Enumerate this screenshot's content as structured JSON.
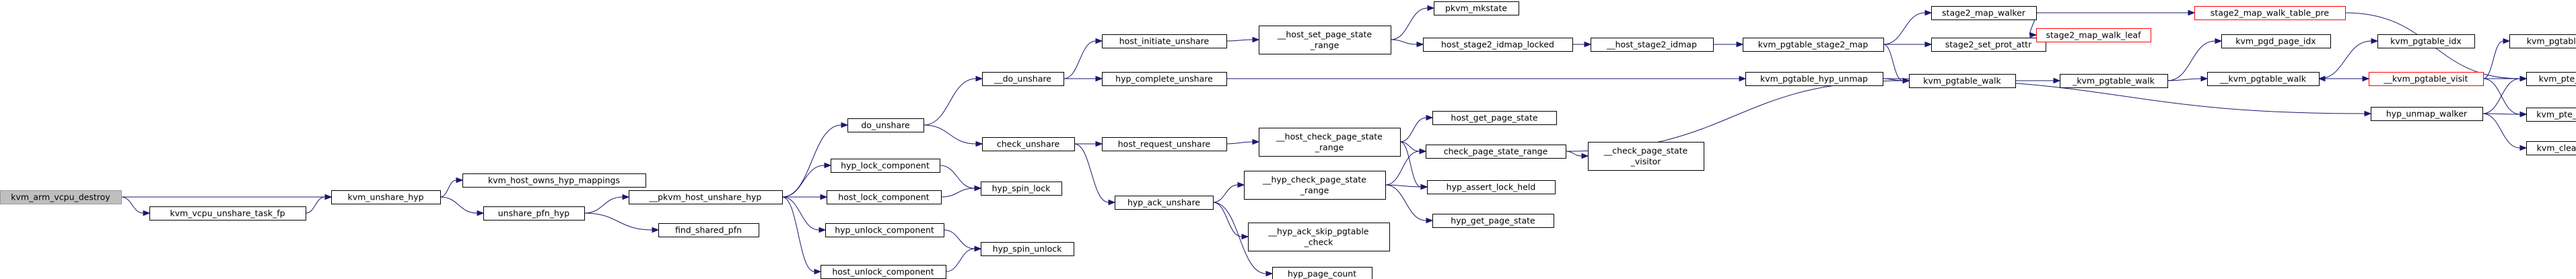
{
  "colors": {
    "edge": "#191970",
    "node_fill": "#ffffff",
    "node_border": "#000000",
    "node_text": "#000000",
    "root_fill": "#bfbfbf",
    "root_border": "#999999",
    "truncated_border": "#ff0000"
  },
  "graph": {
    "nodes": [
      {
        "id": "kvm_arm_vcpu_destroy",
        "lines": [
          "kvm_arm_vcpu_destroy"
        ],
        "style": "root"
      },
      {
        "id": "kvm_vcpu_unshare_task_fp",
        "lines": [
          "kvm_vcpu_unshare_task_fp"
        ],
        "style": "normal"
      },
      {
        "id": "kvm_unshare_hyp",
        "lines": [
          "kvm_unshare_hyp"
        ],
        "style": "normal"
      },
      {
        "id": "kvm_host_owns_hyp_mappings",
        "lines": [
          "kvm_host_owns_hyp_mappings"
        ],
        "style": "normal"
      },
      {
        "id": "unshare_pfn_hyp",
        "lines": [
          "unshare_pfn_hyp"
        ],
        "style": "normal"
      },
      {
        "id": "__pkvm_host_unshare_hyp",
        "lines": [
          "__pkvm_host_unshare_hyp"
        ],
        "style": "normal"
      },
      {
        "id": "find_shared_pfn",
        "lines": [
          "find_shared_pfn"
        ],
        "style": "normal"
      },
      {
        "id": "do_unshare",
        "lines": [
          "do_unshare"
        ],
        "style": "normal"
      },
      {
        "id": "hyp_lock_component",
        "lines": [
          "hyp_lock_component"
        ],
        "style": "normal"
      },
      {
        "id": "host_lock_component",
        "lines": [
          "host_lock_component"
        ],
        "style": "normal"
      },
      {
        "id": "hyp_unlock_component",
        "lines": [
          "hyp_unlock_component"
        ],
        "style": "normal"
      },
      {
        "id": "host_unlock_component",
        "lines": [
          "host_unlock_component"
        ],
        "style": "normal"
      },
      {
        "id": "hyp_spin_lock",
        "lines": [
          "hyp_spin_lock"
        ],
        "style": "normal"
      },
      {
        "id": "hyp_spin_unlock",
        "lines": [
          "hyp_spin_unlock"
        ],
        "style": "normal"
      },
      {
        "id": "__do_unshare",
        "lines": [
          "__do_unshare"
        ],
        "style": "normal"
      },
      {
        "id": "check_unshare",
        "lines": [
          "check_unshare"
        ],
        "style": "normal"
      },
      {
        "id": "host_initiate_unshare",
        "lines": [
          "host_initiate_unshare"
        ],
        "style": "normal"
      },
      {
        "id": "hyp_complete_unshare",
        "lines": [
          "hyp_complete_unshare"
        ],
        "style": "normal"
      },
      {
        "id": "host_request_unshare",
        "lines": [
          "host_request_unshare"
        ],
        "style": "normal"
      },
      {
        "id": "hyp_ack_unshare",
        "lines": [
          "hyp_ack_unshare"
        ],
        "style": "normal"
      },
      {
        "id": "__host_set_page_state_range",
        "lines": [
          "__host_set_page_state",
          "_range"
        ],
        "style": "normal"
      },
      {
        "id": "__host_check_page_state_range",
        "lines": [
          "__host_check_page_state",
          "_range"
        ],
        "style": "normal"
      },
      {
        "id": "__hyp_check_page_state_range",
        "lines": [
          "__hyp_check_page_state",
          "_range"
        ],
        "style": "normal"
      },
      {
        "id": "__hyp_ack_skip_pgtable_check",
        "lines": [
          "__hyp_ack_skip_pgtable",
          "_check"
        ],
        "style": "normal"
      },
      {
        "id": "hyp_page_count",
        "lines": [
          "hyp_page_count"
        ],
        "style": "normal"
      },
      {
        "id": "pkvm_mkstate",
        "lines": [
          "pkvm_mkstate"
        ],
        "style": "normal"
      },
      {
        "id": "host_stage2_idmap_locked",
        "lines": [
          "host_stage2_idmap_locked"
        ],
        "style": "normal"
      },
      {
        "id": "__host_stage2_idmap",
        "lines": [
          "__host_stage2_idmap"
        ],
        "style": "normal"
      },
      {
        "id": "host_get_page_state",
        "lines": [
          "host_get_page_state"
        ],
        "style": "normal"
      },
      {
        "id": "check_page_state_range",
        "lines": [
          "check_page_state_range"
        ],
        "style": "normal"
      },
      {
        "id": "hyp_assert_lock_held",
        "lines": [
          "hyp_assert_lock_held"
        ],
        "style": "normal"
      },
      {
        "id": "hyp_get_page_state",
        "lines": [
          "hyp_get_page_state"
        ],
        "style": "normal"
      },
      {
        "id": "__check_page_state_visitor",
        "lines": [
          "__check_page_state",
          "_visitor"
        ],
        "style": "normal"
      },
      {
        "id": "kvm_pgtable_stage2_map",
        "lines": [
          "kvm_pgtable_stage2_map"
        ],
        "style": "normal"
      },
      {
        "id": "kvm_pgtable_hyp_unmap",
        "lines": [
          "kvm_pgtable_hyp_unmap"
        ],
        "style": "normal"
      },
      {
        "id": "stage2_map_walker",
        "lines": [
          "stage2_map_walker"
        ],
        "style": "normal"
      },
      {
        "id": "stage2_set_prot_attr",
        "lines": [
          "stage2_set_prot_attr"
        ],
        "style": "normal"
      },
      {
        "id": "stage2_map_walk_leaf",
        "lines": [
          "stage2_map_walk_leaf"
        ],
        "style": "truncated"
      },
      {
        "id": "stage2_map_walk_table_pre",
        "lines": [
          "stage2_map_walk_table_pre"
        ],
        "style": "truncated"
      },
      {
        "id": "kvm_pgtable_walk",
        "lines": [
          "kvm_pgtable_walk"
        ],
        "style": "normal"
      },
      {
        "id": "_kvm_pgtable_walk",
        "lines": [
          "_kvm_pgtable_walk"
        ],
        "style": "normal"
      },
      {
        "id": "kvm_pgd_page_idx",
        "lines": [
          "kvm_pgd_page_idx"
        ],
        "style": "normal"
      },
      {
        "id": "__kvm_pgtable_walk",
        "lines": [
          "__kvm_pgtable_walk"
        ],
        "style": "normal"
      },
      {
        "id": "kvm_pgtable_idx",
        "lines": [
          "kvm_pgtable_idx"
        ],
        "style": "normal"
      },
      {
        "id": "__kvm_pgtable_visit",
        "lines": [
          "__kvm_pgtable_visit"
        ],
        "style": "truncated"
      },
      {
        "id": "hyp_unmap_walker",
        "lines": [
          "hyp_unmap_walker"
        ],
        "style": "normal"
      },
      {
        "id": "kvm_pgtable_visitor_cb",
        "lines": [
          "kvm_pgtable_visitor_cb"
        ],
        "style": "normal"
      },
      {
        "id": "kvm_pte_follow",
        "lines": [
          "kvm_pte_follow"
        ],
        "style": "normal"
      },
      {
        "id": "kvm_pte_table",
        "lines": [
          "kvm_pte_table"
        ],
        "style": "normal"
      },
      {
        "id": "kvm_clear_pte",
        "lines": [
          "kvm_clear_pte"
        ],
        "style": "normal"
      }
    ],
    "edges": [
      [
        "kvm_arm_vcpu_destroy",
        "kvm_unshare_hyp"
      ],
      [
        "kvm_arm_vcpu_destroy",
        "kvm_vcpu_unshare_task_fp"
      ],
      [
        "kvm_vcpu_unshare_task_fp",
        "kvm_unshare_hyp"
      ],
      [
        "kvm_unshare_hyp",
        "kvm_host_owns_hyp_mappings"
      ],
      [
        "kvm_unshare_hyp",
        "unshare_pfn_hyp"
      ],
      [
        "unshare_pfn_hyp",
        "__pkvm_host_unshare_hyp"
      ],
      [
        "unshare_pfn_hyp",
        "find_shared_pfn"
      ],
      [
        "__pkvm_host_unshare_hyp",
        "do_unshare"
      ],
      [
        "__pkvm_host_unshare_hyp",
        "hyp_lock_component"
      ],
      [
        "__pkvm_host_unshare_hyp",
        "host_lock_component"
      ],
      [
        "__pkvm_host_unshare_hyp",
        "hyp_unlock_component"
      ],
      [
        "__pkvm_host_unshare_hyp",
        "host_unlock_component"
      ],
      [
        "hyp_lock_component",
        "hyp_spin_lock"
      ],
      [
        "host_lock_component",
        "hyp_spin_lock"
      ],
      [
        "hyp_unlock_component",
        "hyp_spin_unlock"
      ],
      [
        "host_unlock_component",
        "hyp_spin_unlock"
      ],
      [
        "do_unshare",
        "__do_unshare"
      ],
      [
        "do_unshare",
        "check_unshare"
      ],
      [
        "__do_unshare",
        "host_initiate_unshare"
      ],
      [
        "__do_unshare",
        "hyp_complete_unshare"
      ],
      [
        "check_unshare",
        "host_request_unshare"
      ],
      [
        "check_unshare",
        "hyp_ack_unshare"
      ],
      [
        "host_initiate_unshare",
        "__host_set_page_state_range"
      ],
      [
        "__host_set_page_state_range",
        "pkvm_mkstate"
      ],
      [
        "__host_set_page_state_range",
        "host_stage2_idmap_locked"
      ],
      [
        "host_stage2_idmap_locked",
        "__host_stage2_idmap"
      ],
      [
        "__host_stage2_idmap",
        "kvm_pgtable_stage2_map"
      ],
      [
        "kvm_pgtable_stage2_map",
        "stage2_map_walker"
      ],
      [
        "kvm_pgtable_stage2_map",
        "stage2_set_prot_attr"
      ],
      [
        "kvm_pgtable_stage2_map",
        "kvm_pgtable_walk"
      ],
      [
        "stage2_map_walker",
        "stage2_map_walk_leaf"
      ],
      [
        "stage2_map_walker",
        "stage2_map_walk_table_pre"
      ],
      [
        "stage2_map_walk_table_pre",
        "kvm_pte_follow"
      ],
      [
        "hyp_complete_unshare",
        "kvm_pgtable_hyp_unmap"
      ],
      [
        "kvm_pgtable_hyp_unmap",
        "kvm_pgtable_walk"
      ],
      [
        "kvm_pgtable_hyp_unmap",
        "hyp_unmap_walker"
      ],
      [
        "host_request_unshare",
        "__host_check_page_state_range"
      ],
      [
        "__host_check_page_state_range",
        "host_get_page_state"
      ],
      [
        "__host_check_page_state_range",
        "check_page_state_range"
      ],
      [
        "__host_check_page_state_range",
        "hyp_assert_lock_held"
      ],
      [
        "check_page_state_range",
        "kvm_pgtable_walk"
      ],
      [
        "check_page_state_range",
        "__check_page_state_visitor"
      ],
      [
        "hyp_ack_unshare",
        "__hyp_check_page_state_range"
      ],
      [
        "hyp_ack_unshare",
        "__hyp_ack_skip_pgtable_check"
      ],
      [
        "hyp_ack_unshare",
        "hyp_page_count"
      ],
      [
        "__hyp_check_page_state_range",
        "check_page_state_range"
      ],
      [
        "__hyp_check_page_state_range",
        "hyp_assert_lock_held"
      ],
      [
        "__hyp_check_page_state_range",
        "hyp_get_page_state"
      ],
      [
        "kvm_pgtable_walk",
        "_kvm_pgtable_walk"
      ],
      [
        "_kvm_pgtable_walk",
        "kvm_pgd_page_idx"
      ],
      [
        "_kvm_pgtable_walk",
        "__kvm_pgtable_walk"
      ],
      [
        "__kvm_pgtable_walk",
        "kvm_pgtable_idx"
      ],
      [
        "__kvm_pgtable_walk",
        "__kvm_pgtable_visit"
      ],
      [
        "__kvm_pgtable_visit",
        "__kvm_pgtable_walk"
      ],
      [
        "__kvm_pgtable_visit",
        "kvm_pgtable_visitor_cb"
      ],
      [
        "__kvm_pgtable_visit",
        "kvm_pte_follow"
      ],
      [
        "__kvm_pgtable_visit",
        "kvm_pte_table"
      ],
      [
        "hyp_unmap_walker",
        "kvm_pte_follow"
      ],
      [
        "hyp_unmap_walker",
        "kvm_pte_table"
      ],
      [
        "hyp_unmap_walker",
        "kvm_clear_pte"
      ]
    ]
  }
}
